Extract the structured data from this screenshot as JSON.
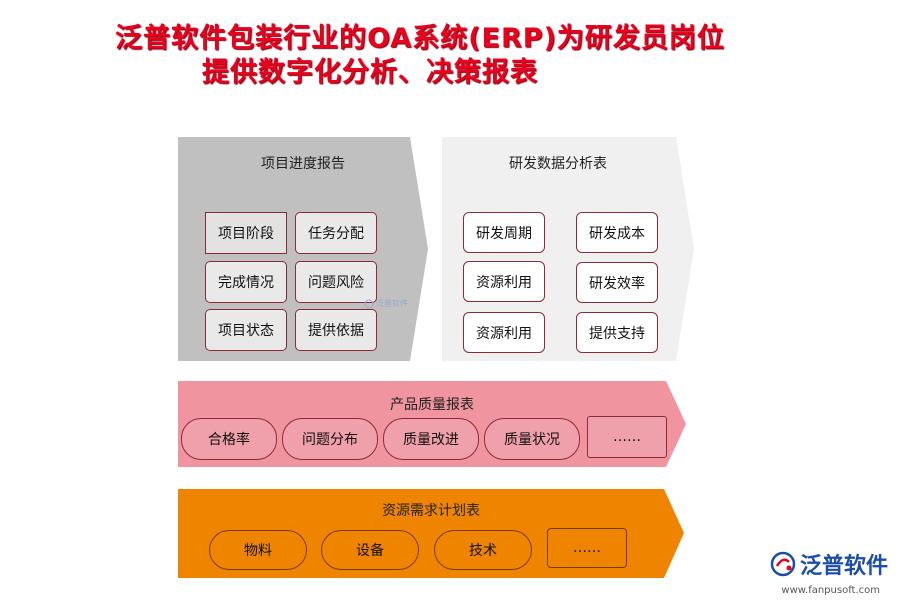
{
  "title": {
    "line1": "泛普软件包装行业的OA系统(ERP)为研发员岗位",
    "line2": "提供数字化分析、决策报表"
  },
  "panels": {
    "progress": {
      "title": "项目进度报告",
      "items": [
        "项目阶段",
        "任务分配",
        "完成情况",
        "问题风险",
        "项目状态",
        "提供依据"
      ]
    },
    "rd": {
      "title": "研发数据分析表",
      "items": [
        "研发周期",
        "研发成本",
        "资源利用",
        "研发效率",
        "资源利用",
        "提供支持"
      ]
    },
    "quality": {
      "title": "产品质量报表",
      "items": [
        "合格率",
        "问题分布",
        "质量改进",
        "质量状况",
        "……"
      ]
    },
    "resource": {
      "title": "资源需求计划表",
      "items": [
        "物料",
        "设备",
        "技术",
        "……"
      ]
    }
  },
  "watermark": "泛普软件",
  "logo": {
    "name": "泛普软件",
    "url": "www.fanpusoft.com"
  },
  "colors": {
    "title": "#e8001c",
    "gray": "#c0c0c0",
    "light": "#f0f0f0",
    "pink": "#f0949f",
    "orange": "#ef8400"
  }
}
